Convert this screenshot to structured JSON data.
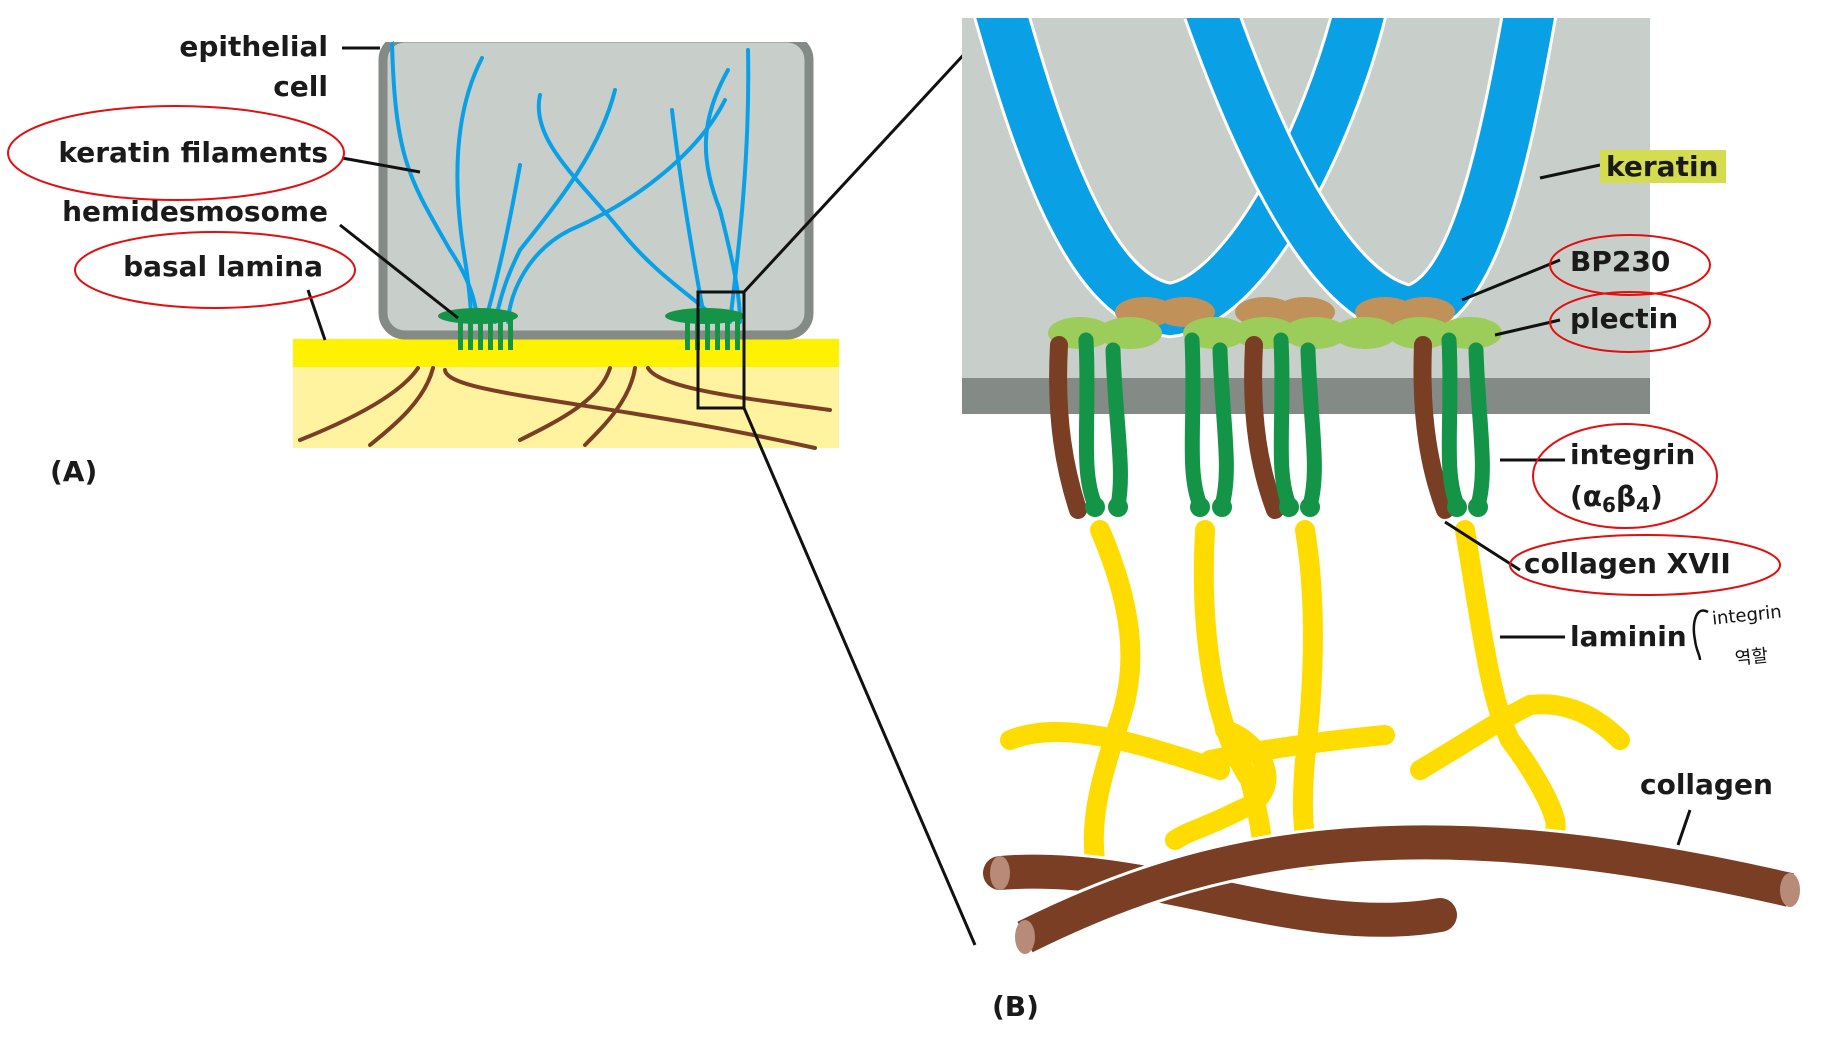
{
  "colors": {
    "cell_fill": "#c8cec9",
    "cell_border": "#848a86",
    "keratin": "#0aa0e6",
    "hemidesmosome": "#149446",
    "basal_lamina": "#fff200",
    "lamina_below": "#fff3a0",
    "collagen_fiber": "#7a3e24",
    "collagen_end": "#b88a78",
    "bp230": "#c0925a",
    "plectin": "#9ccc5a",
    "integrin": "#149446",
    "collagen_xvii": "#7a3e24",
    "laminin": "#ffdc00",
    "annotation_circle": "#e01010"
  },
  "panel_a": {
    "letter": "(A)",
    "labels": {
      "epithelial_cell_line1": "epithelial",
      "epithelial_cell_line2": "cell",
      "keratin_filaments": "keratin filaments",
      "hemidesmosome": "hemidesmosome",
      "basal_lamina": "basal lamina"
    },
    "circled": [
      "keratin filaments",
      "basal lamina"
    ]
  },
  "panel_b": {
    "letter": "(B)",
    "labels": {
      "keratin": "keratin",
      "bp230": "BP230",
      "plectin": "plectin",
      "integrin_line1": "integrin",
      "integrin_alpha": "(α",
      "integrin_alpha_sub": "6",
      "integrin_beta": "β",
      "integrin_beta_sub": "4",
      "integrin_close": ")",
      "collagen_xvii": "collagen XVII",
      "laminin": "laminin",
      "collagen": "collagen"
    },
    "circled": [
      "BP230",
      "plectin",
      "integrin (α6β4)",
      "collagen XVII"
    ],
    "highlighted": [
      "keratin"
    ],
    "handwritten_note": {
      "line1": "integrin",
      "line2": "역할"
    }
  }
}
